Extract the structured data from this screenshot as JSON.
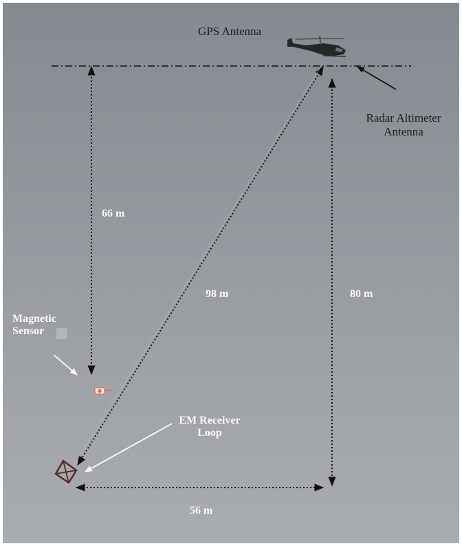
{
  "labels": {
    "gps_antenna": "GPS Antenna",
    "radar_altimeter_line1": "Radar Altimeter",
    "radar_altimeter_line2": "Antenna",
    "magnetic_sensor_line1": "Magnetic",
    "magnetic_sensor_line2": "Sensor",
    "em_receiver_line1": "EM Receiver",
    "em_receiver_line2": "Loop"
  },
  "dimensions": {
    "sensor_below_helicopter": "66 m",
    "slant_cable_length": "98 m",
    "helicopter_altitude": "80 m",
    "horizontal_offset": "56 m"
  },
  "colors": {
    "sky_top": "#878c92",
    "sky_bottom": "#a6aaaf",
    "arrow": "#111111",
    "sensor": "#e3623e",
    "loop": "#5a2a22"
  }
}
